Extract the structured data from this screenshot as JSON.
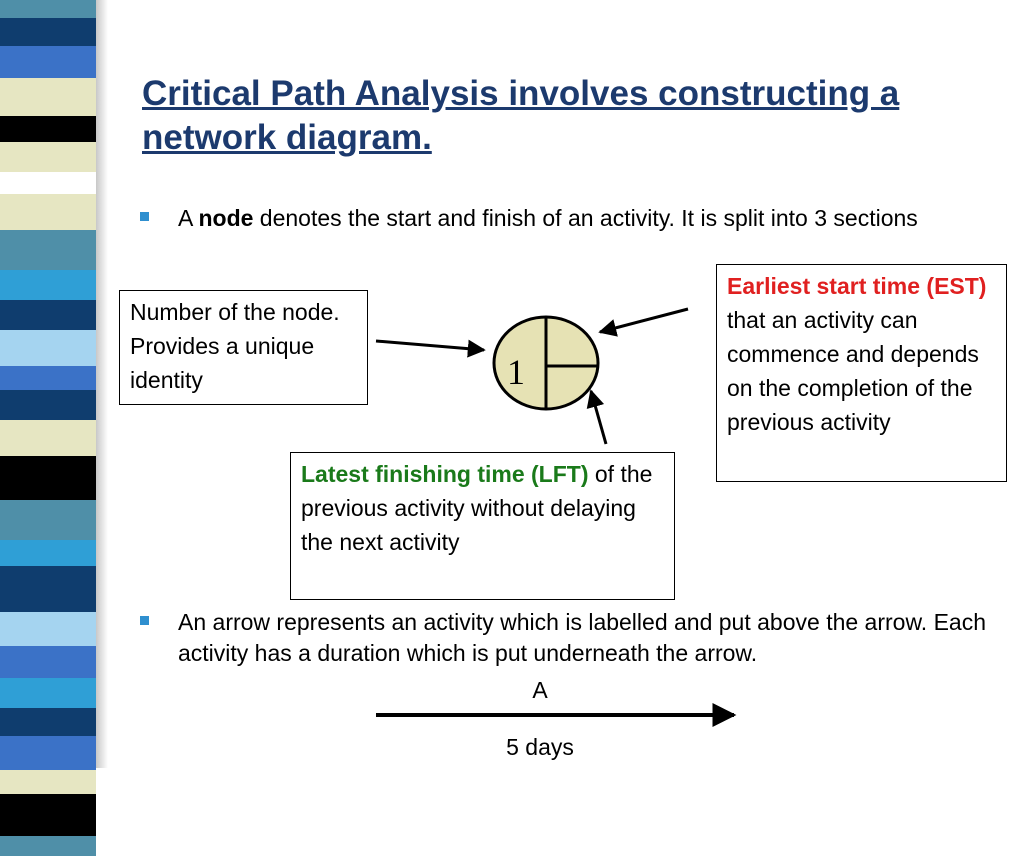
{
  "title": "Critical Path Analysis involves constructing a network diagram.",
  "bullet1": {
    "prefix": "A ",
    "bold": "node",
    "rest": " denotes the start and finish of an activity. It is split into 3 sections"
  },
  "box_node": {
    "text": "Number of the node. Provides a unique identity"
  },
  "box_est": {
    "highlight": "Earliest start time (EST)",
    "rest": " that an activity can commence and depends on the completion of the previous activity"
  },
  "box_lft": {
    "highlight": "Latest finishing time (LFT)",
    "rest": " of the previous activity without delaying the next activity"
  },
  "node": {
    "number": "1"
  },
  "bullet2": {
    "text": "An arrow represents an activity which is labelled and put above the arrow. Each activity has a duration which is put underneath the arrow."
  },
  "activity": {
    "label": "A",
    "duration": "5 days"
  },
  "colors": {
    "title": "#1c3a6e",
    "bullet_marker": "#2f8fcf",
    "est_highlight": "#e02020",
    "lft_highlight": "#1a7a1a",
    "node_fill": "#e6e2b4"
  }
}
